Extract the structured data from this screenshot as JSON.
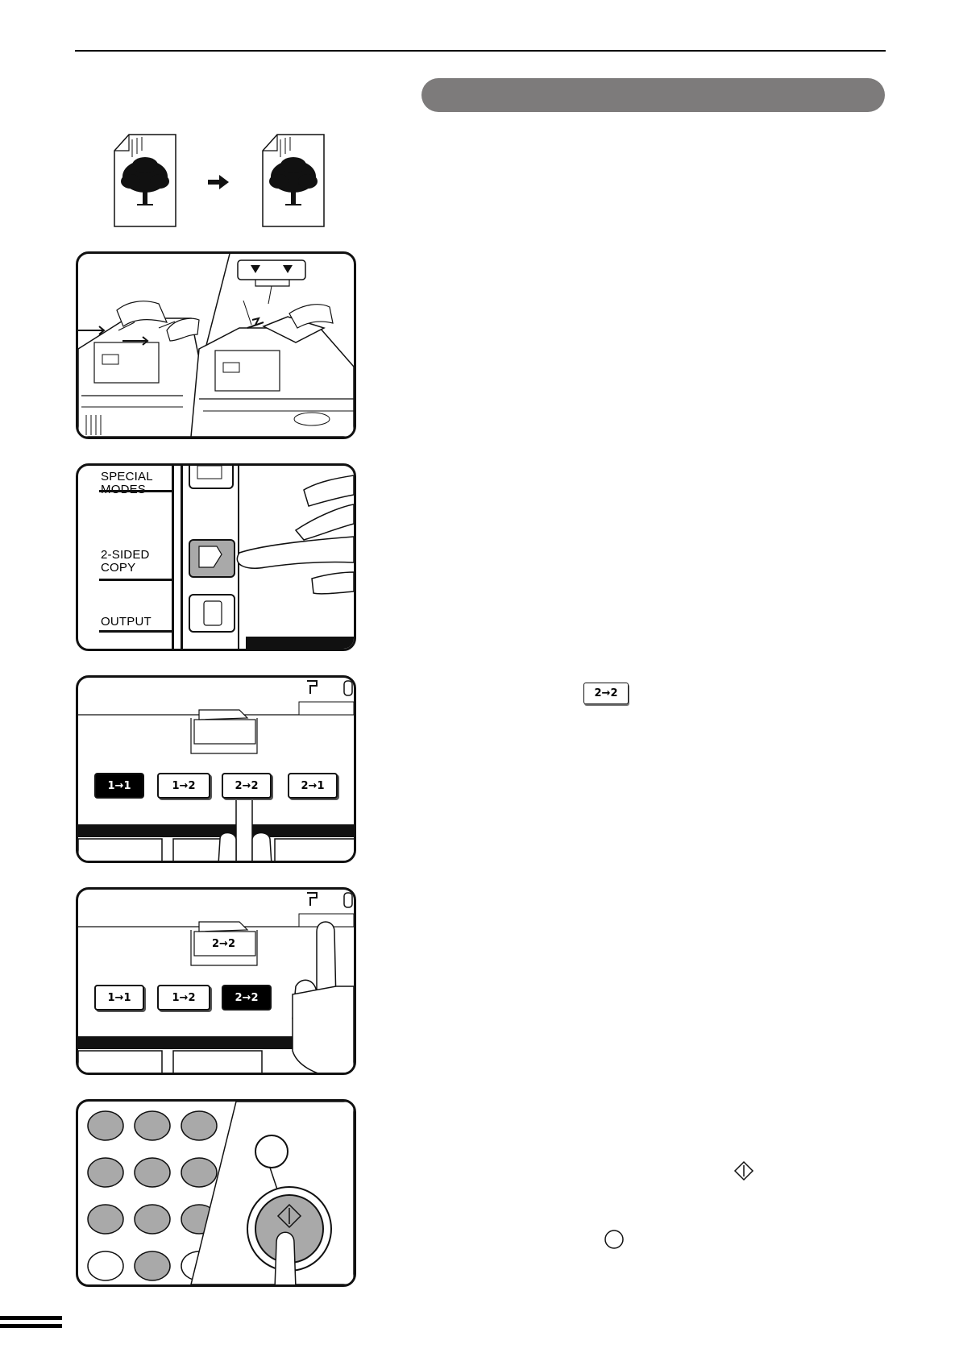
{
  "illustrations": {
    "mode_buttons_step1": [
      "1→1",
      "1→2",
      "2→2",
      "2→1"
    ],
    "mode_buttons_step2": [
      "1→1",
      "1→2",
      "2→2"
    ],
    "display_icon_text": "2→2",
    "control_panel": {
      "special_modes": "SPECIAL\nMODES",
      "two_sided_copy": "2-SIDED\nCOPY",
      "output": "OUTPUT"
    }
  },
  "inline_icons": {
    "two_to_two_key": "2→2"
  },
  "colors": {
    "banner": "#7d7b7b",
    "key_gray": "#a9a9a9",
    "panel_border": "#111111"
  }
}
